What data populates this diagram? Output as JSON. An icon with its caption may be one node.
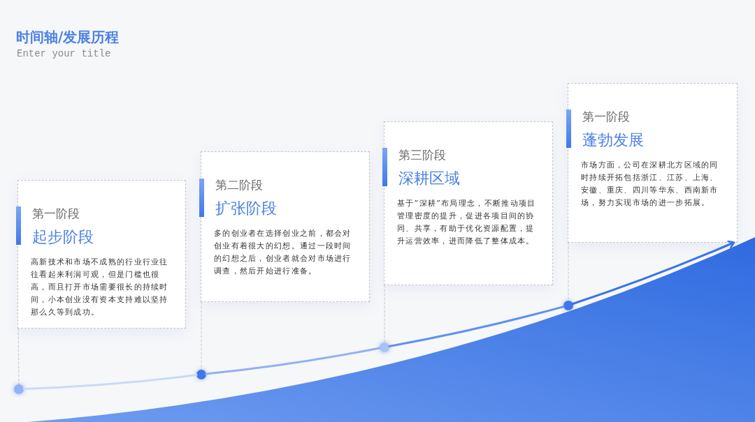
{
  "diagram": {
    "title": "时间轴/发展历程",
    "nodes": [
      {
        "text": [
          "第一阶段",
          "起步阶段",
          "高新技术和市场不成熟的行业行业往往看起来利润可观，但是门槛也很高，而且打开市场需要很长的持续时间，小本创业没有资本支持难以坚持那么久等到成功。"
        ]
      },
      {
        "text": [
          "第二阶段",
          "扩张阶段",
          "多的创业者在选择创业之前，都会对创业有着很大的幻想。通过一段时间的幻想之后，创业者就会对市场进行调查，然后开始进行准备。"
        ]
      },
      {
        "text": [
          "第三阶段",
          "深耕区域",
          "基于”深耕”布局理念，不断推动项目管理密度的提升，促进各项目间的协同、共享，有助于优化资源配置，提升运营效率，进而降低了整体成本。"
        ]
      },
      {
        "text": [
          "第一阶段",
          "蓬勃发展",
          "市场方面，公司在深耕北方区域的同时持续开拓包括浙江、江苏、上海、安徽、重庆、四川等华东、西南新市场，努力实现市场的进一步拓展。"
        ]
      },
      {
        "text": [],
        "shape": "circle"
      },
      {
        "text": [],
        "shape": "circle"
      },
      {
        "text": [],
        "shape": "circle"
      },
      {
        "text": [],
        "shape": "circle"
      }
    ],
    "edges": [
      {
        "from": 4,
        "to": 5,
        "arrow": "none",
        "style": "thick",
        "color": "#c9daf9"
      },
      {
        "from": 5,
        "to": 6,
        "arrow": "none",
        "style": "thick",
        "color": "#8fb2f3"
      },
      {
        "from": 6,
        "to": 7,
        "arrow": "none",
        "style": "thick",
        "color": "#5f92ee"
      },
      {
        "from": 7,
        "to": 3,
        "arrow": "to",
        "style": "thick",
        "color": "#3a74e4"
      },
      {
        "from": 0,
        "to": 4,
        "arrow": "none",
        "style": "dashed",
        "color": "#c8c8c8"
      },
      {
        "from": 1,
        "to": 5,
        "arrow": "none",
        "style": "dashed",
        "color": "#c8c8c8"
      },
      {
        "from": 2,
        "to": 6,
        "arrow": "none",
        "style": "dashed",
        "color": "#c8c8c8"
      },
      {
        "from": 3,
        "to": 7,
        "arrow": "none",
        "style": "dashed",
        "color": "#c8c8c8"
      }
    ],
    "labels": [
      "Enter your title"
    ]
  }
}
